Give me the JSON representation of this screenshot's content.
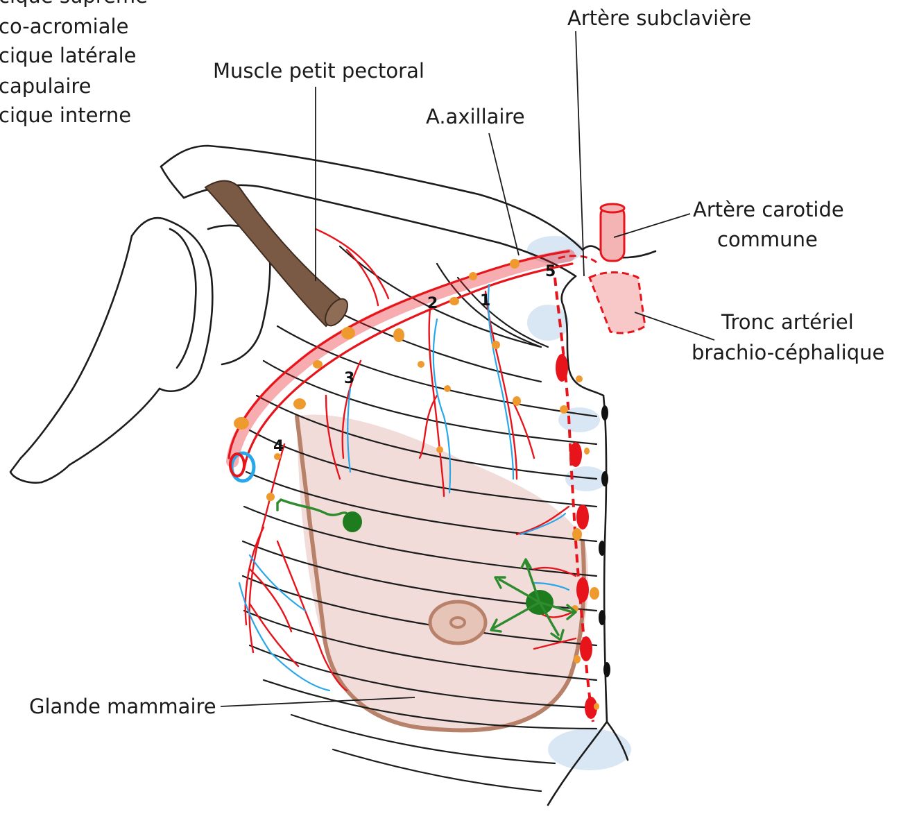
{
  "legend_lines": [
    "cique suprême",
    "co-acromiale",
    "cique latérale",
    "capulaire",
    "cique interne"
  ],
  "labels": {
    "muscle": "Muscle petit pectoral",
    "axillaire": "A.axillaire",
    "subclaviere": "Artère subclavière",
    "carotide_1": "Artère carotide",
    "carotide_2": "commune",
    "tronc_1": "Tronc artériel",
    "tronc_2": "brachio-céphalique",
    "glande": "Glande mammaire"
  },
  "numbers": {
    "n1": "1",
    "n2": "2",
    "n3": "3",
    "n4": "4",
    "n5": "5"
  },
  "colors": {
    "artery": "#e8141c",
    "vein": "#2aa7e8",
    "lymph_node": "#ef9a2e",
    "gland": "#f2dcda",
    "muscle": "#7a5a45",
    "lymph_drainage": "#2e8b2e"
  }
}
